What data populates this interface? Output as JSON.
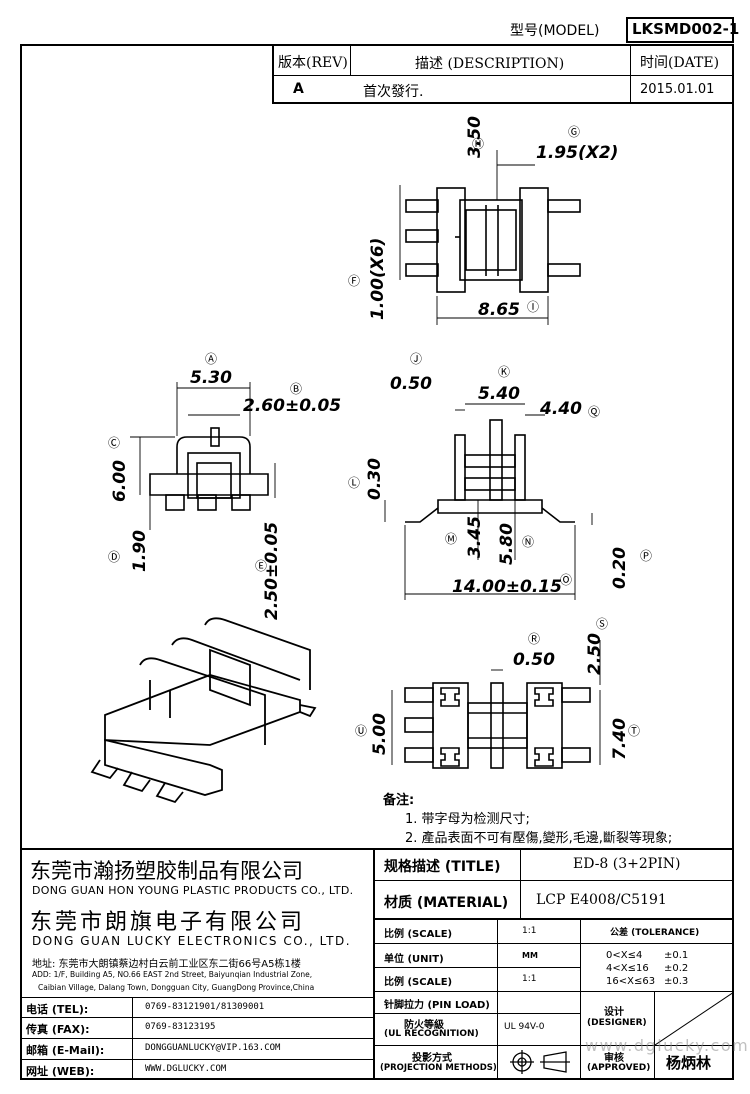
{
  "header": {
    "model_label": "型号(MODEL)",
    "model_value": "LKSMD002-1"
  },
  "revision": {
    "rev_header": "版本(REV)",
    "desc_header": "描述 (DESCRIPTION)",
    "date_header": "时间(DATE)",
    "rev": "A",
    "description": "首次發行.",
    "date": "2015.01.01"
  },
  "dimensions": {
    "G": {
      "tag": "Ⓖ",
      "value": "1.95(X2)"
    },
    "H": {
      "tag": "Ⓗ",
      "value": "3.50"
    },
    "F": {
      "tag": "Ⓕ",
      "value": "1.00(X6)"
    },
    "I": {
      "tag": "Ⓘ",
      "value": "8.65"
    },
    "A": {
      "tag": "Ⓐ",
      "value": "5.30"
    },
    "B": {
      "tag": "Ⓑ",
      "value": "2.60±0.05"
    },
    "C": {
      "tag": "Ⓒ",
      "value": "6.00"
    },
    "D": {
      "tag": "Ⓓ",
      "value": "1.90"
    },
    "E": {
      "tag": "Ⓔ",
      "value": "2.50±0.05"
    },
    "J": {
      "tag": "Ⓙ",
      "value": "0.50"
    },
    "K": {
      "tag": "Ⓚ",
      "value": "5.40"
    },
    "Q": {
      "tag": "Ⓠ",
      "value": "4.40"
    },
    "L": {
      "tag": "Ⓛ",
      "value": "0.30"
    },
    "M": {
      "tag": "Ⓜ",
      "value": "3.45"
    },
    "N": {
      "tag": "Ⓝ",
      "value": "5.80"
    },
    "O": {
      "tag": "Ⓞ",
      "value": "14.00±0.15"
    },
    "P": {
      "tag": "Ⓟ",
      "value": "0.20"
    },
    "R": {
      "tag": "Ⓡ",
      "value": "0.50"
    },
    "S": {
      "tag": "Ⓢ",
      "value": "2.50"
    },
    "T": {
      "tag": "Ⓣ",
      "value": "7.40"
    },
    "U": {
      "tag": "Ⓤ",
      "value": "5.00"
    }
  },
  "notes": {
    "title": "备注:",
    "line1": "1. 带字母为检测尺寸;",
    "line2": "2. 產品表面不可有壓傷,變形,毛邊,斷裂等現象;"
  },
  "company": {
    "name1_cn": "东莞市瀚扬塑胶制品有限公司",
    "name1_en": "DONG GUAN HON YOUNG PLASTIC PRODUCTS CO., LTD.",
    "name2_cn": "东莞市朗旗电子有限公司",
    "name2_en": "DONG GUAN LUCKY ELECTRONICS CO., LTD.",
    "address_cn": "地址: 东莞市大朗镇蔡边村白云前工业区东二街66号A5栋1楼",
    "address_en1": "ADD: 1/F, Building A5, NO.66 EAST 2nd Street, Baiyunqian Industrial Zone,",
    "address_en2": "Caibian Village, Dalang Town, Dongguan City, GuangDong Province,China"
  },
  "contacts": {
    "tel_label": "电话 (TEL):",
    "tel": "0769-83121901/81309001",
    "fax_label": "传真 (FAX):",
    "fax": "0769-83123195",
    "mail_label": "邮箱 (E-Mail):",
    "mail": "DONGGUANLUCKY@VIP.163.COM",
    "web_label": "网址 (WEB):",
    "web": "WWW.DGLUCKY.COM"
  },
  "title_block": {
    "title_label": "规格描述 (TITLE)",
    "title_value": "ED-8 (3+2PIN)",
    "material_label": "材质 (MATERIAL)",
    "material_value": "LCP E4008/C5191",
    "scale_label": "比例 (SCALE)",
    "scale_value": "1:1",
    "unit_label": "单位 (UNIT)",
    "unit_value": "MM",
    "scale2_label": "比例 (SCALE)",
    "scale2_value": "1:1",
    "pin_load_label": "针脚拉力 (PIN LOAD)",
    "ul_label_cn": "防火等級",
    "ul_label_en": "(UL RECOGNITION)",
    "ul_value": "UL 94V-0",
    "proj_label_cn": "投影方式",
    "proj_label_en": "(PROJECTION METHODS)",
    "tolerance_label": "公差 (TOLERANCE)",
    "tol1_range": "0<X≤4",
    "tol1_value": "±0.1",
    "tol2_range": "4<X≤16",
    "tol2_value": "±0.2",
    "tol3_range": "16<X≤63",
    "tol3_value": "±0.3",
    "designer_cn": "设计",
    "designer_en": "(DESIGNER)",
    "approved_cn": "审核",
    "approved_en": "(APPROVED)",
    "approver": "杨炳林",
    "watermark": "www.dglucky.com"
  }
}
